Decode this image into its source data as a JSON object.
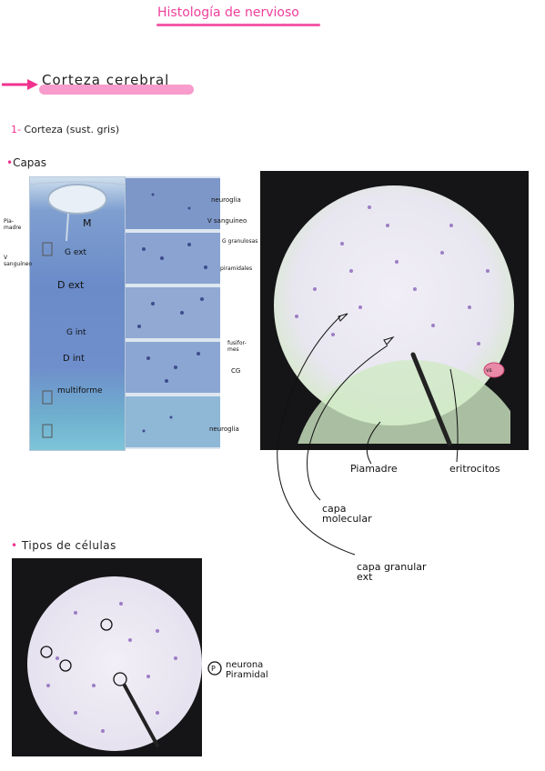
{
  "title": "Histología de nervioso",
  "section": {
    "title": "Corteza cerebral"
  },
  "item1": {
    "number": "1-",
    "text": "Corteza (sust. gris)"
  },
  "capas": {
    "bullet": "•",
    "label": "Capas"
  },
  "tipos": {
    "bullet": "•",
    "label": "Tipos de células"
  },
  "cortex_labels": {
    "layer_m": "M",
    "layer_g_ext": "G ext",
    "layer_d_ext": "D ext",
    "layer_g_int": "G int",
    "layer_d_int": "D int",
    "layer_multiforme": "multiforme",
    "left_piamadre": "Pia-madre",
    "left_sup": "V sanguíneo",
    "r_neuroglia_top": "neuroglia",
    "r_vasos": "V sanguíneo",
    "r_granulosas": "G granulosas",
    "r_piramidales": "piramidales",
    "r_fusiformes": "fusifor-mes",
    "r_cg": "CG",
    "r_neuroglia_bottom": "neuroglia"
  },
  "micro1_notes": {
    "piamadre": "Piamadre",
    "eritrocitos": "eritrocitos",
    "capa_molecular": "capa molecular",
    "capa_granular": "capa granular ext",
    "vs": "vs"
  },
  "micro2_notes": {
    "marker": "P",
    "neurona": "neurona Piramidal"
  },
  "colors": {
    "accent": "#f0338f",
    "highlight": "#f79ccc"
  }
}
